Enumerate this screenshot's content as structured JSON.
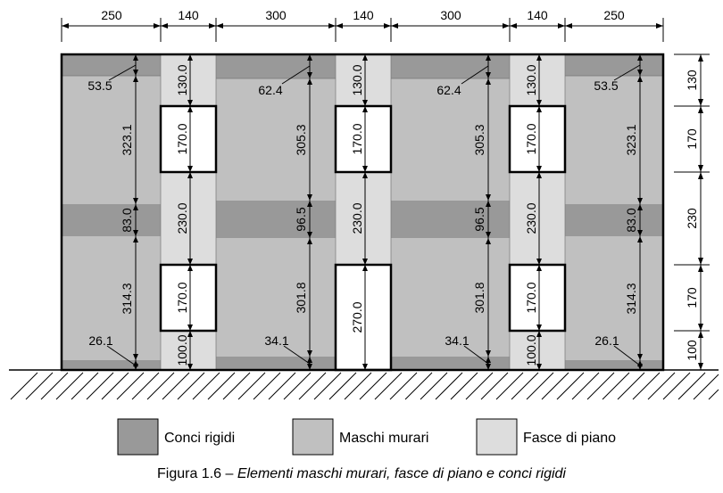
{
  "top_dims": [
    "250",
    "140",
    "300",
    "140",
    "300",
    "140",
    "250"
  ],
  "right_dims": [
    "130",
    "170",
    "230",
    "170",
    "100"
  ],
  "rigid_values": {
    "c1_top": "53.5",
    "c3_top": "62.4",
    "c5_top": "62.4",
    "c7_top": "53.5",
    "c1_mid": "83.0",
    "c3_mid": "96.5",
    "c5_mid": "96.5",
    "c7_mid": "83.0",
    "c1_bot": "26.1",
    "c3_bot": "34.1",
    "c5_bot": "34.1",
    "c7_bot": "26.1"
  },
  "pier_values": {
    "c1_upper": "323.1",
    "c1_lower": "314.3",
    "c3_upper": "305.3",
    "c3_lower": "301.8",
    "c5_upper": "305.3",
    "c5_lower": "301.8",
    "c7_upper": "323.1",
    "c7_lower": "314.3"
  },
  "bay_values": {
    "b1_top": "130.0",
    "b1_win1": "170.0",
    "b1_mid": "230.0",
    "b1_win2": "170.0",
    "b1_bot": "100.0",
    "b2_top": "130.0",
    "b2_win1": "170.0",
    "b2_mid": "230.0",
    "b2_door": "270.0",
    "b3_top": "130.0",
    "b3_win1": "170.0",
    "b3_mid": "230.0",
    "b3_win2": "170.0",
    "b3_bot": "100.0"
  },
  "legend": {
    "conci": "Conci rigidi",
    "maschi": "Maschi murari",
    "fasce": "Fasce di piano"
  },
  "caption": {
    "prefix": "Figura 1.6 – ",
    "text": "Elementi maschi murari, fasce di piano e conci rigidi"
  },
  "colors": {
    "conci": "#999999",
    "maschi": "#c0c0c0",
    "fasce": "#dddddd",
    "opening": "#ffffff"
  }
}
